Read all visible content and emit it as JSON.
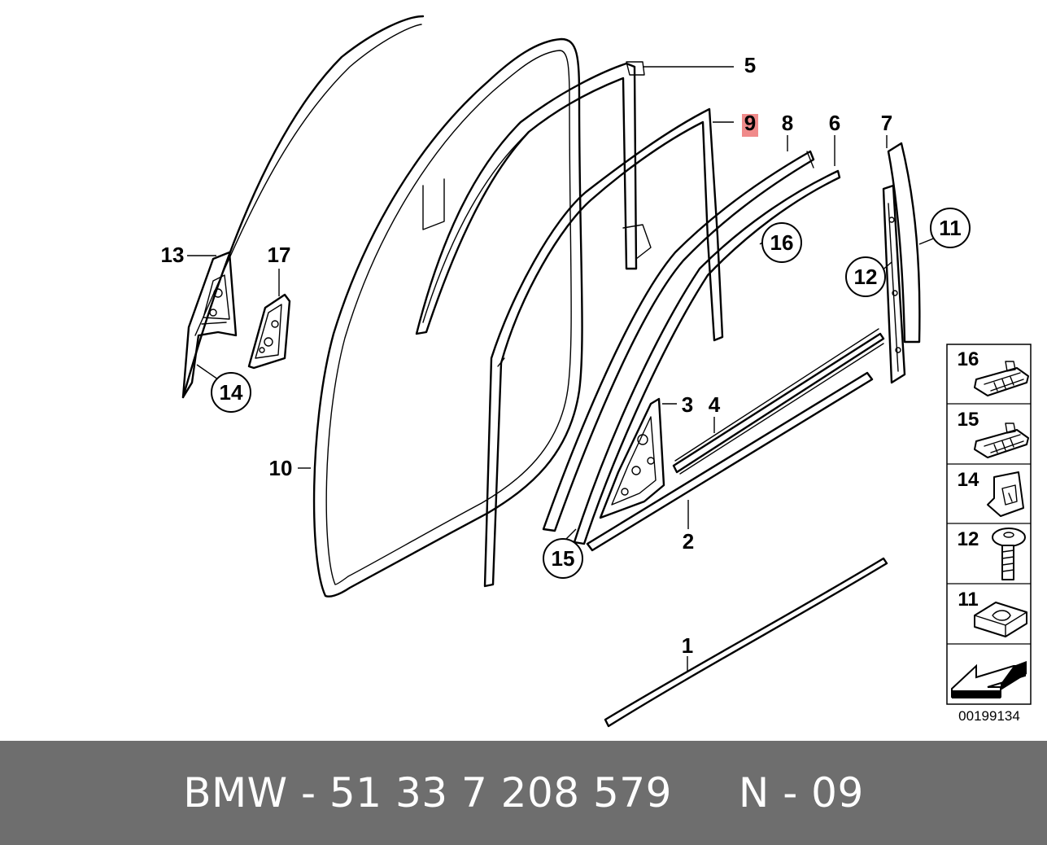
{
  "callouts": {
    "c1": "1",
    "c2": "2",
    "c3": "3",
    "c4": "4",
    "c5": "5",
    "c6": "6",
    "c7": "7",
    "c8": "8",
    "c9": "9",
    "c10": "10",
    "c11": "11",
    "c12": "12",
    "c13": "13",
    "c14": "14",
    "c15": "15",
    "c16": "16",
    "c17": "17"
  },
  "highlighted_callout": "9",
  "highlight_color": "#f08a8a",
  "legend": [
    {
      "number": "16",
      "icon": "clip-16-icon"
    },
    {
      "number": "15",
      "icon": "clip-15-icon"
    },
    {
      "number": "14",
      "icon": "clip-nut-14-icon"
    },
    {
      "number": "12",
      "icon": "screw-12-icon"
    },
    {
      "number": "11",
      "icon": "clip-11-icon"
    },
    {
      "number": "",
      "icon": "arrow-icon"
    }
  ],
  "catalog_number": "00199134",
  "footer": {
    "text": "BMW - 51 33 7 208 579     N - 09",
    "background": "#6e6e6e",
    "color": "#ffffff"
  }
}
